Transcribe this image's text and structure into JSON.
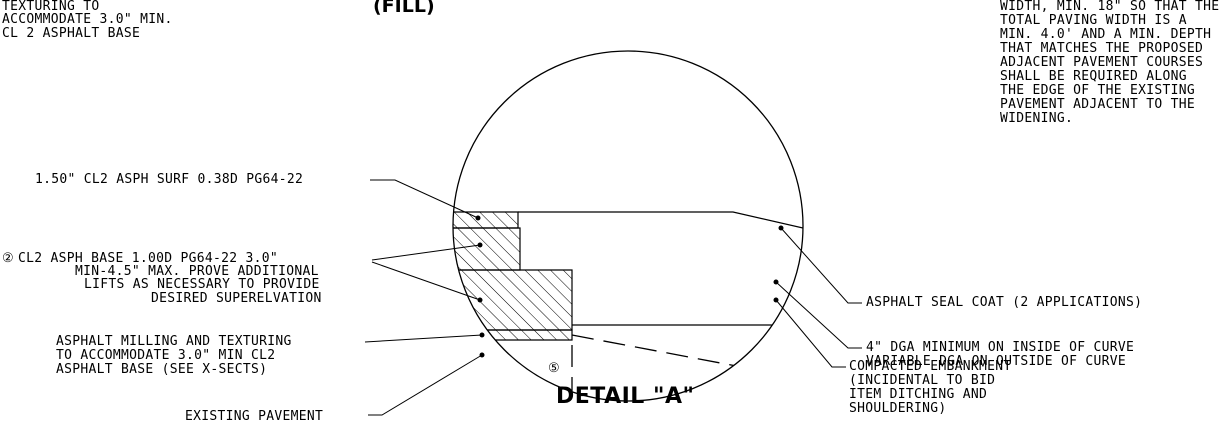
{
  "top_left_note": {
    "lines": [
      "TEXTURING TO",
      "ACCOMMODATE 3.0\" MIN.",
      "CL 2 ASPHALT BASE"
    ]
  },
  "top_center_label": "(FILL)",
  "top_right_note": {
    "lines": [
      "WIDTH, MIN. 18\" SO THAT THE",
      "TOTAL PAVING WIDTH IS A",
      "MIN. 4.0' AND A MIN. DEPTH",
      "THAT MATCHES THE PROPOSED",
      "ADJACENT PAVEMENT COURSES",
      "SHALL BE REQUIRED ALONG",
      "THE EDGE OF THE EXISTING",
      "PAVEMENT ADJACENT TO THE",
      "WIDENING."
    ]
  },
  "labels": {
    "surface": "1.50\" CL2 ASPH SURF 0.38D PG64-22",
    "base_marker": "②",
    "base": [
      "CL2 ASPH BASE 1.00D PG64-22 3.0\"",
      "MIN-4.5\" MAX. PROVE ADDITIONAL",
      "LIFTS AS NECESSARY TO PROVIDE",
      "DESIRED SUPERELVATION"
    ],
    "milling": [
      "ASPHALT MILLING AND TEXTURING",
      "TO ACCOMMODATE 3.0\" MIN CL2",
      "ASPHALT BASE (SEE X-SECTS)"
    ],
    "existing": "EXISTING PAVEMENT",
    "seal": "ASPHALT SEAL COAT (2 APPLICATIONS)",
    "dga": [
      "4\" DGA MINIMUM ON INSIDE OF CURVE",
      "VARIABLE DGA ON OUTSIDE OF CURVE"
    ],
    "embankment": [
      "COMPACTED EMBANKMENT",
      "(INCIDENTAL TO BID",
      "ITEM DITCHING AND",
      "SHOULDERING)"
    ],
    "circle_marker": "⑤"
  },
  "detail_title": "DETAIL \"A\""
}
